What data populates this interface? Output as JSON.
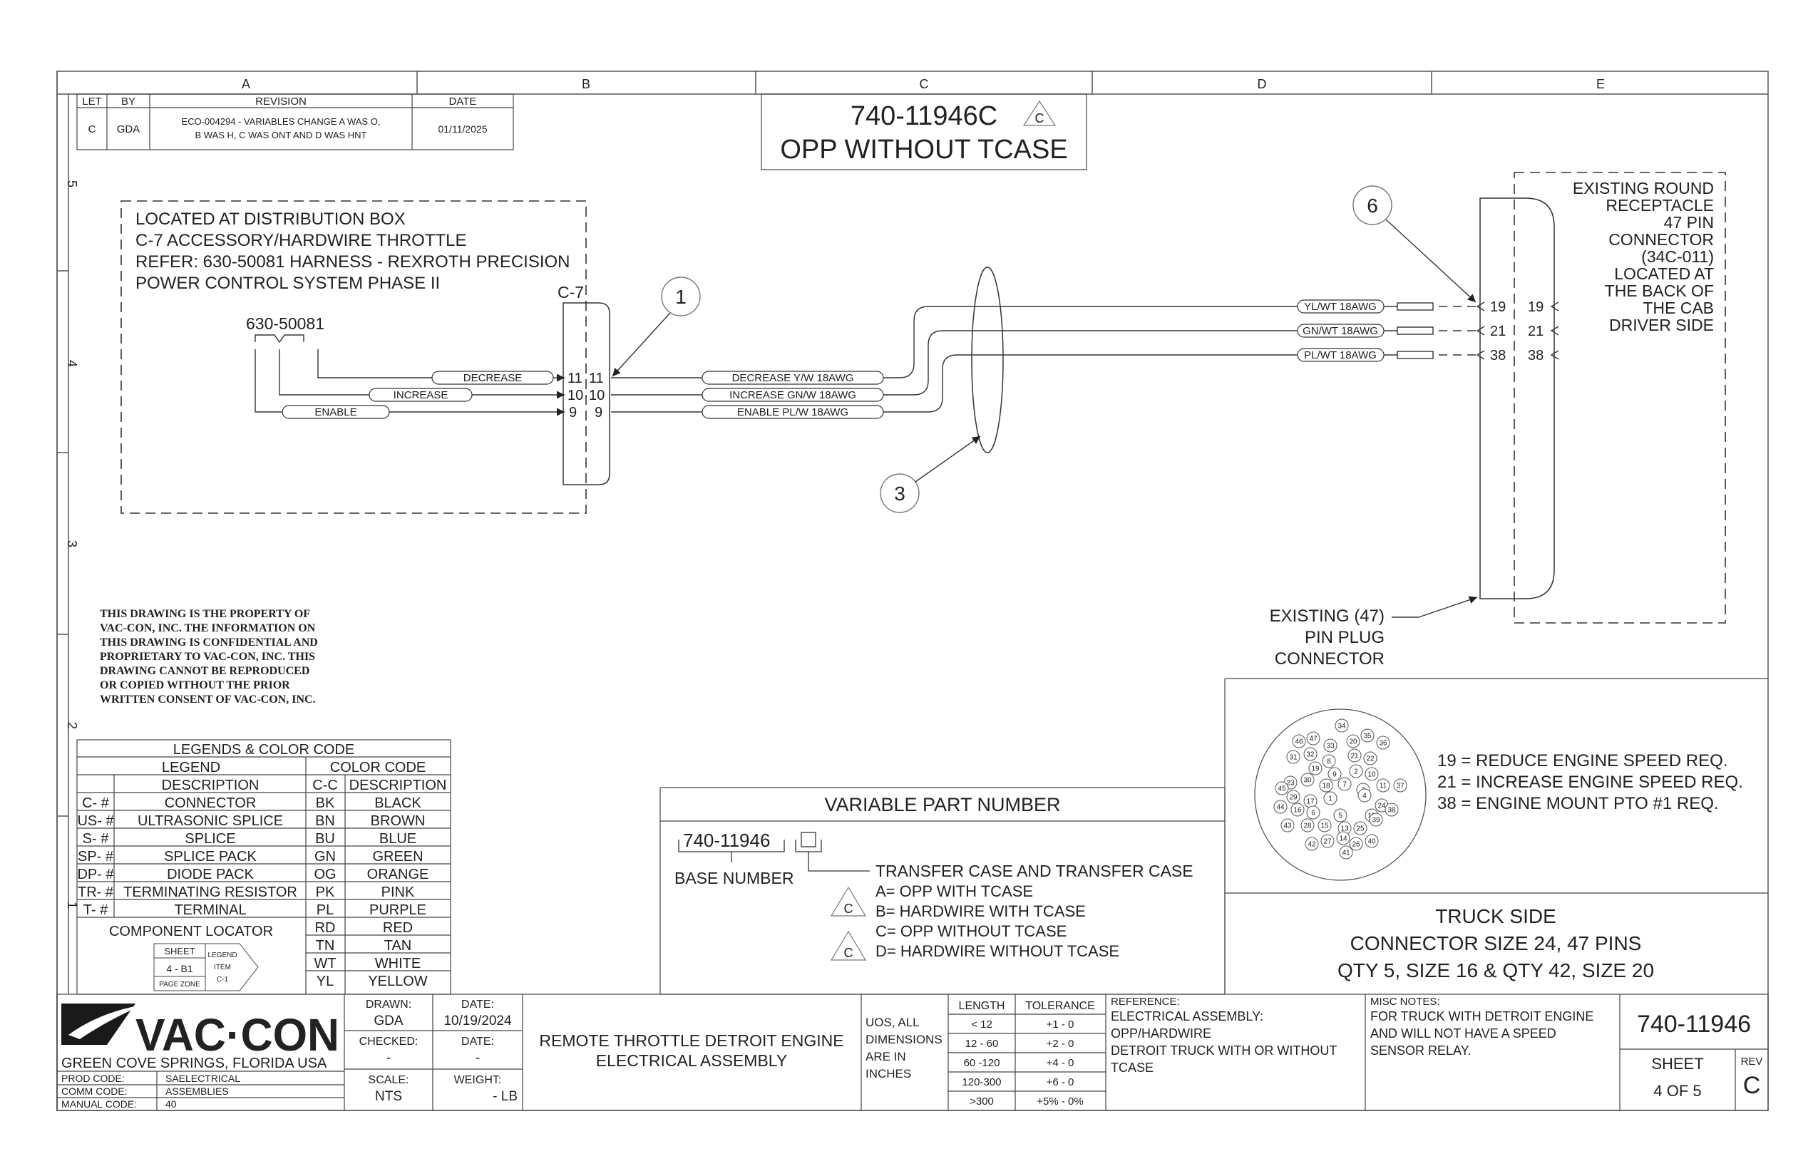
{
  "zones": {
    "top": [
      "A",
      "B",
      "C",
      "D",
      "E"
    ],
    "side": [
      "5",
      "4",
      "3",
      "2",
      "1"
    ]
  },
  "revision": {
    "headers": [
      "LET",
      "BY",
      "REVISION",
      "DATE"
    ],
    "rows": [
      {
        "let": "C",
        "by": "GDA",
        "rev1": "ECO-004294 - VARIABLES CHANGE  A WAS O,",
        "rev2": "B WAS H, C WAS ONT AND D WAS HNT",
        "date": "01/11/2025"
      }
    ]
  },
  "title_box": {
    "part": "740-11946C",
    "rev_flag": "C",
    "subtitle": "OPP WITHOUT TCASE"
  },
  "dist_box": {
    "lines": [
      "LOCATED AT DISTRIBUTION BOX",
      "C-7 ACCESSORY/HARDWIRE THROTTLE",
      "REFER: 630-50081 HARNESS - REXROTH PRECISION",
      "POWER CONTROL SYSTEM PHASE II"
    ],
    "harness": "630-50081",
    "connector": "C-7",
    "wires": [
      "DECREASE",
      "INCREASE",
      "ENABLE"
    ]
  },
  "connector_pins": [
    {
      "left": "11",
      "right": "11"
    },
    {
      "left": "10",
      "right": "10"
    },
    {
      "left": "9",
      "right": "9"
    }
  ],
  "harness_wires": [
    "DECREASE Y/W 18AWG",
    "INCREASE GN/W 18AWG",
    "ENABLE PL/W 18AWG"
  ],
  "receptacle_wires": [
    "YL/WT 18AWG",
    "GN/WT 18AWG",
    "PL/WT 18AWG"
  ],
  "receptacle_pins": [
    "19",
    "21",
    "38"
  ],
  "balloons": [
    "1",
    "3",
    "6"
  ],
  "receptacle": {
    "lines": [
      "EXISTING ROUND",
      "RECEPTACLE",
      "47 PIN",
      "CONNECTOR",
      "(34C-011)",
      "LOCATED AT",
      "THE BACK OF",
      "THE CAB",
      "DRIVER SIDE"
    ]
  },
  "plug_note": {
    "lines": [
      "EXISTING (47)",
      "PIN PLUG",
      "CONNECTOR"
    ]
  },
  "property_notice": [
    "THIS DRAWING IS THE PROPERTY OF",
    "VAC-CON, INC.  THE INFORMATION ON",
    "THIS DRAWING IS CONFIDENTIAL AND",
    "PROPRIETARY TO VAC-CON, INC.  THIS",
    "DRAWING CANNOT BE REPRODUCED",
    "OR COPIED WITHOUT THE PRIOR",
    "WRITTEN CONSENT OF VAC-CON, INC."
  ],
  "pin_notes": [
    "19 = REDUCE ENGINE SPEED REQ.",
    "21 = INCREASE ENGINE SPEED REQ.",
    "38 = ENGINE MOUNT PTO #1 REQ."
  ],
  "pin_face": [
    "34",
    "46",
    "47",
    "33",
    "20",
    "35",
    "36",
    "31",
    "32",
    "8",
    "21",
    "22",
    "19",
    "9",
    "2",
    "10",
    "23",
    "30",
    "18",
    "7",
    "3",
    "11",
    "37",
    "45",
    "29",
    "17",
    "1",
    "4",
    "24",
    "44",
    "16",
    "6",
    "5",
    "12",
    "38",
    "43",
    "28",
    "15",
    "13",
    "25",
    "39",
    "42",
    "27",
    "14",
    "26",
    "40",
    "41"
  ],
  "truck_side": [
    "TRUCK  SIDE",
    "CONNECTOR SIZE 24, 47 PINS",
    "QTY 5, SIZE 16 & QTY 42, SIZE 20"
  ],
  "legends": {
    "title": "LEGENDS & COLOR CODE",
    "legend_header": "LEGEND",
    "color_header": "COLOR CODE",
    "col_desc": "DESCRIPTION",
    "col_cc": "C-C",
    "col_cdesc": "DESCRIPTION",
    "legend_rows": [
      [
        "C- #",
        "CONNECTOR"
      ],
      [
        "US- #",
        "ULTRASONIC SPLICE"
      ],
      [
        "S- #",
        "SPLICE"
      ],
      [
        "SP- #",
        "SPLICE PACK"
      ],
      [
        "DP- #",
        "DIODE PACK"
      ],
      [
        "TR- #",
        "TERMINATING RESISTOR"
      ],
      [
        "T- #",
        "TERMINAL"
      ]
    ],
    "color_rows": [
      [
        "BK",
        "BLACK"
      ],
      [
        "BN",
        "BROWN"
      ],
      [
        "BU",
        "BLUE"
      ],
      [
        "GN",
        "GREEN"
      ],
      [
        "OG",
        "ORANGE"
      ],
      [
        "PK",
        "PINK"
      ],
      [
        "PL",
        "PURPLE"
      ],
      [
        "RD",
        "RED"
      ],
      [
        "TN",
        "TAN"
      ],
      [
        "WT",
        "WHITE"
      ],
      [
        "YL",
        "YELLOW"
      ]
    ],
    "locator": {
      "title": "COMPONENT LOCATOR",
      "sheet": "SHEET",
      "sheet_val": "4  -  B1",
      "page_zone": "PAGE ZONE",
      "legend_item": [
        "LEGEND",
        "ITEM",
        "C-1"
      ]
    }
  },
  "variable": {
    "title": "VARIABLE PART NUMBER",
    "base": "740-11946",
    "base_label": "BASE NUMBER",
    "option_title": "TRANSFER CASE AND TRANSFER CASE",
    "options": [
      "A= OPP WITH TCASE",
      "B= HARDWIRE WITH TCASE",
      "C= OPP WITHOUT TCASE",
      "D= HARDWIRE WITHOUT TCASE"
    ],
    "flag": "C"
  },
  "title_block": {
    "logo": "VAC·CON",
    "location": "GREEN COVE SPRINGS, FLORIDA USA",
    "codes": [
      [
        "PROD CODE:",
        "SAELECTRICAL"
      ],
      [
        "COMM CODE:",
        "ASSEMBLIES"
      ],
      [
        "MANUAL CODE:",
        "40"
      ]
    ],
    "drawn_label": "DRAWN:",
    "drawn": "GDA",
    "date_label": "DATE:",
    "date": "10/19/2024",
    "checked_label": "CHECKED:",
    "checked": "-",
    "date2_label": "DATE:",
    "date2": "-",
    "scale_label": "SCALE:",
    "scale": "NTS",
    "weight_label": "WEIGHT:",
    "weight": "- LB",
    "title1": "REMOTE THROTTLE DETROIT ENGINE",
    "title2": "ELECTRICAL ASSEMBLY",
    "uos": [
      "UOS, ALL",
      "DIMENSIONS",
      "ARE IN",
      "INCHES"
    ],
    "tol_headers": [
      "LENGTH",
      "TOLERANCE"
    ],
    "tol_rows": [
      [
        "< 12",
        "+1 - 0"
      ],
      [
        "12 - 60",
        "+2 - 0"
      ],
      [
        "60 -120",
        "+4 - 0"
      ],
      [
        "120-300",
        "+6 - 0"
      ],
      [
        ">300",
        "+5% - 0%"
      ]
    ],
    "reference_label": "REFERENCE:",
    "reference": [
      "ELECTRICAL ASSEMBLY:",
      "OPP/HARDWIRE",
      "DETROIT TRUCK WITH OR WITHOUT",
      "TCASE"
    ],
    "misc_label": "MISC NOTES:",
    "misc": [
      "FOR TRUCK WITH DETROIT ENGINE",
      "AND WILL NOT HAVE A SPEED",
      "SENSOR RELAY."
    ],
    "dwg": "740-11946",
    "sheet_label": "SHEET",
    "sheet": "4 OF 5",
    "rev_label": "REV",
    "rev": "C"
  }
}
